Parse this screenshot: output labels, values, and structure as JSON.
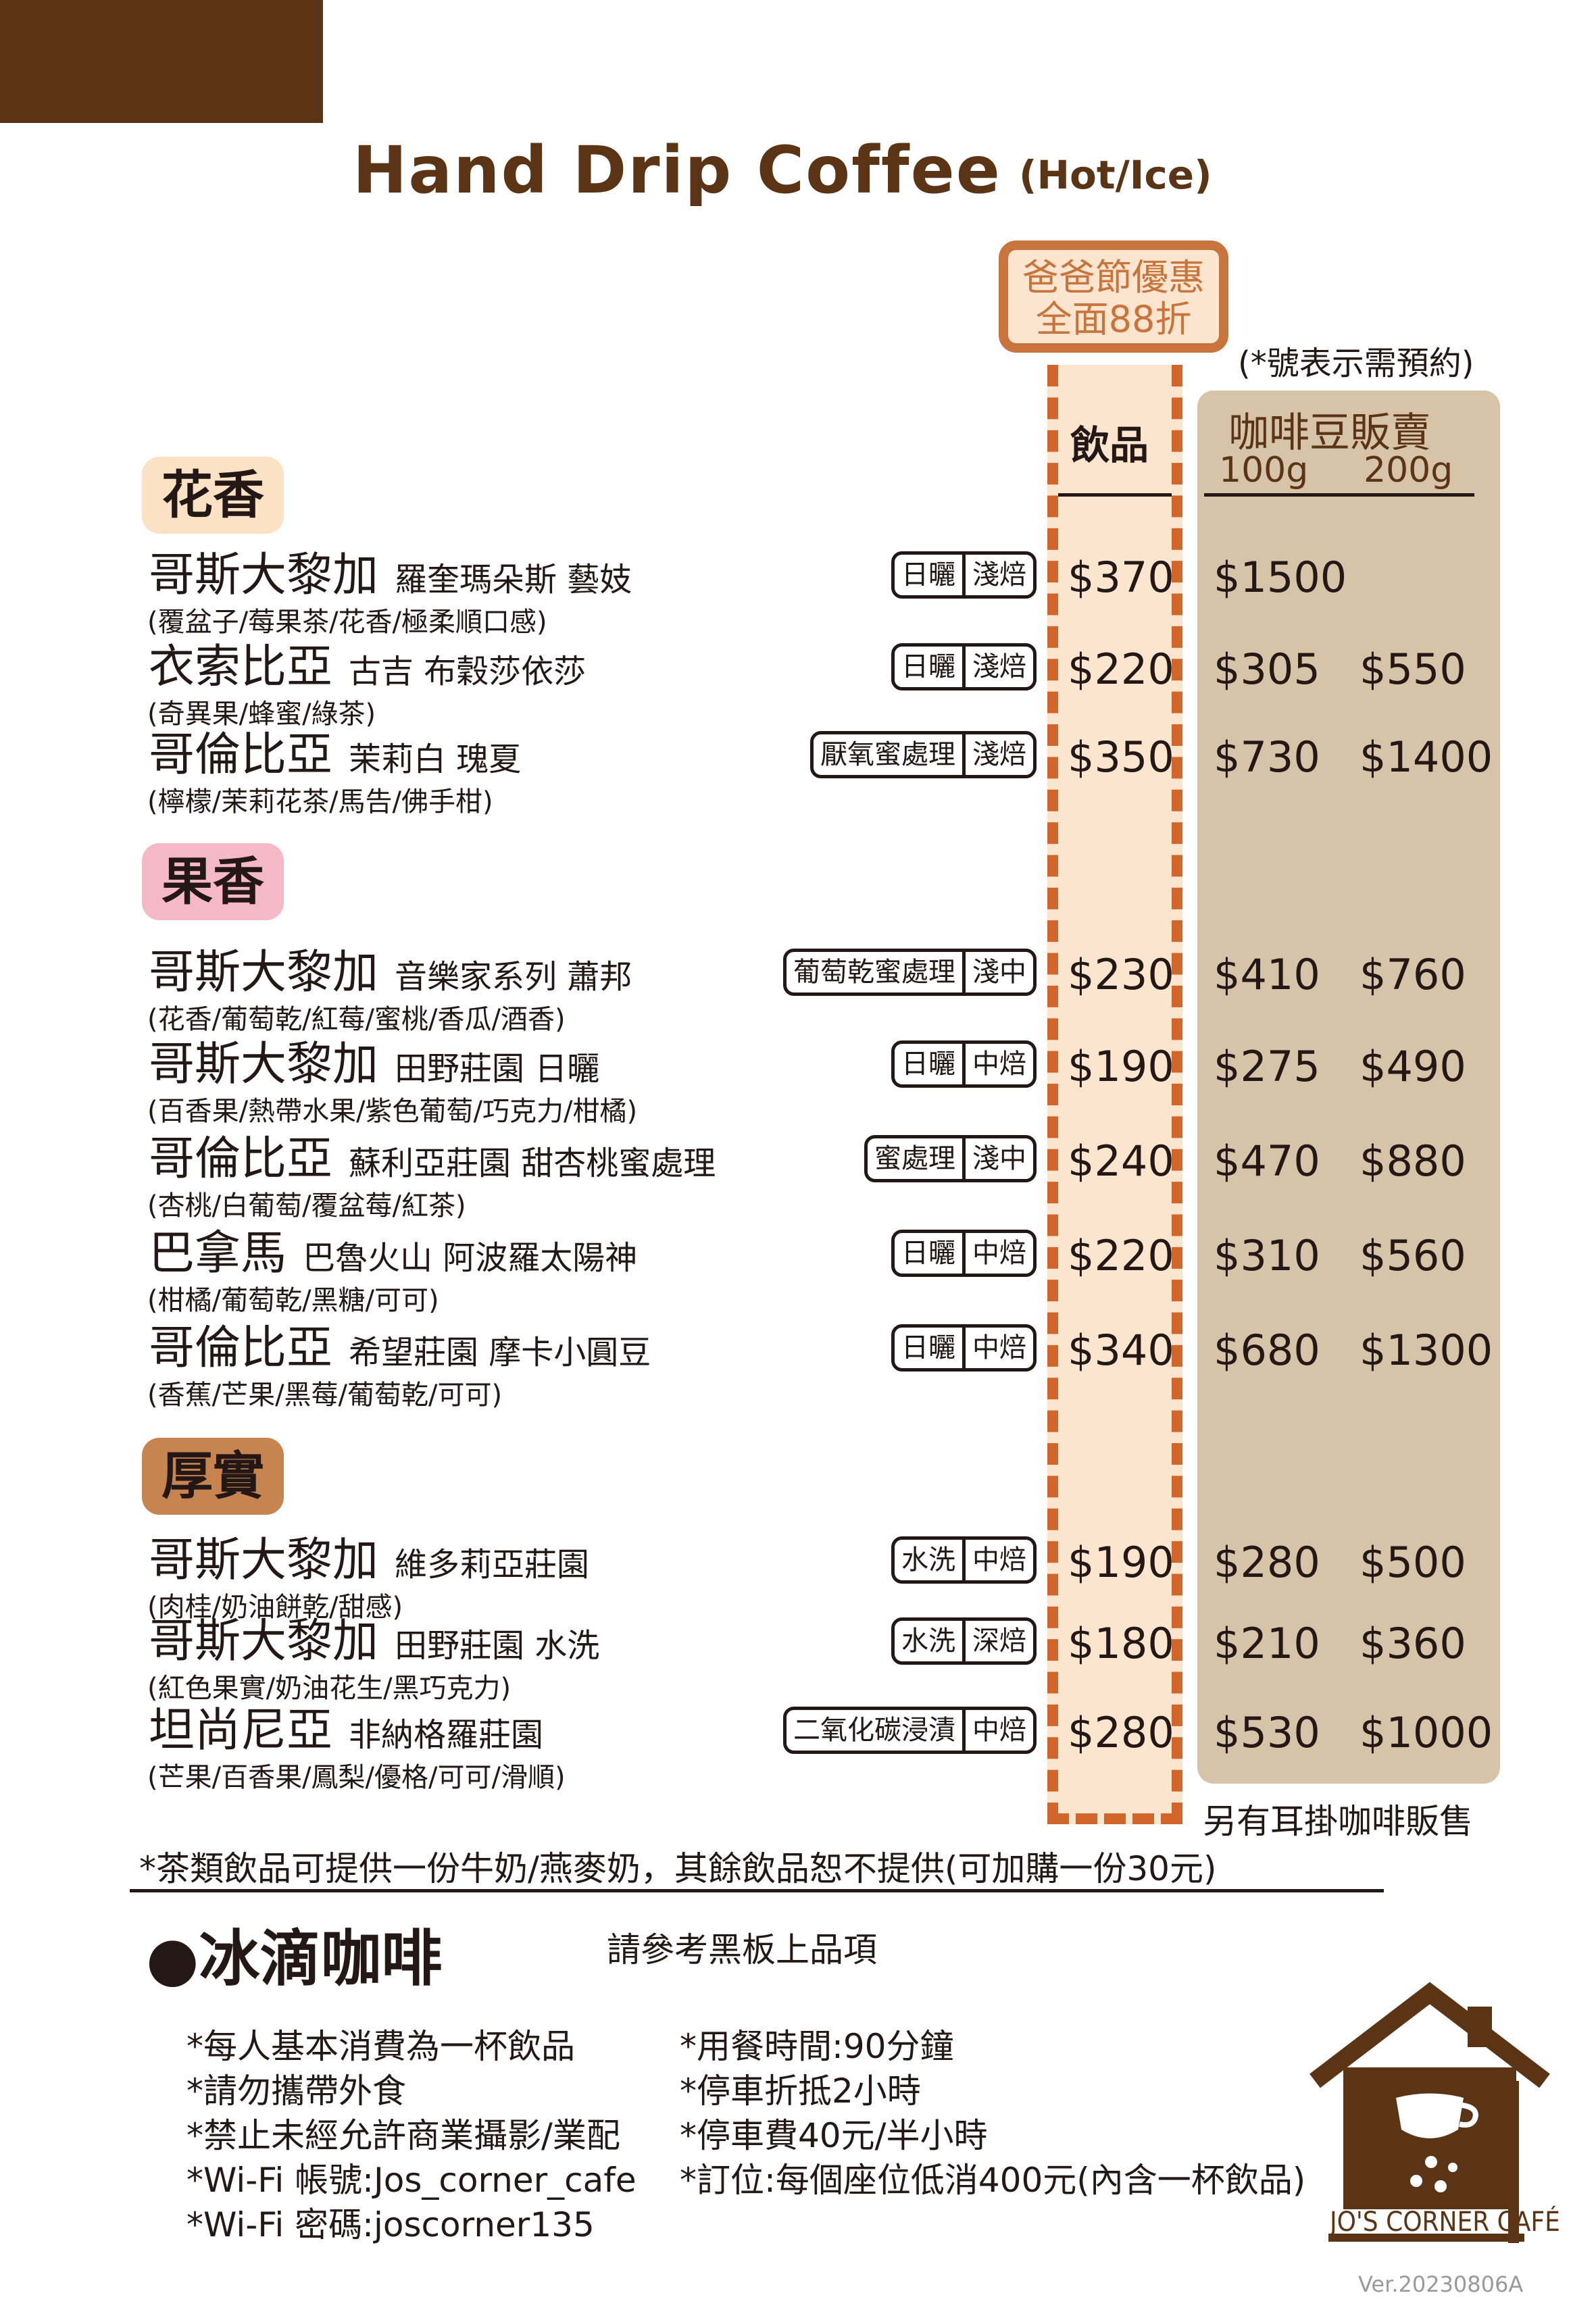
{
  "title": "Hand Drip Coffee",
  "subtitle": "(Hot/Ice)",
  "promo": {
    "line1": "爸爸節優惠",
    "line2": "全面88折"
  },
  "reserve_note": "(*號表示需預約)",
  "columns": {
    "drink": "飲品",
    "beans": "咖啡豆販賣",
    "g100": "100g",
    "g200": "200g"
  },
  "colors": {
    "brand_brown": "#5a3415",
    "promo_orange": "#c8743c",
    "drink_col": "#fbe5cf",
    "bean_col": "#d7c3a8",
    "floral": "#fbe2c4",
    "fruity": "#f5b9c6",
    "rich": "#c8844e"
  },
  "categories": [
    {
      "label": "花香",
      "items": [
        {
          "origin": "哥斯大黎加",
          "farm": "羅奎瑪朵斯 藝妓",
          "notes": "(覆盆子/莓果茶/花香/極柔順口感)",
          "tags": [
            "日曬",
            "淺焙"
          ],
          "drink": "$370",
          "p100": "$1500",
          "p200": ""
        },
        {
          "origin": "衣索比亞",
          "farm": "古吉 布穀莎依莎",
          "notes": "(奇異果/蜂蜜/綠茶)",
          "tags": [
            "日曬",
            "淺焙"
          ],
          "drink": "$220",
          "p100": "$305",
          "p200": "$550"
        },
        {
          "origin": "哥倫比亞",
          "farm": "茉莉白 瑰夏",
          "notes": "(檸檬/茉莉花茶/馬告/佛手柑)",
          "tags": [
            "厭氧蜜處理",
            "淺焙"
          ],
          "drink": "$350",
          "p100": "$730",
          "p200": "$1400"
        }
      ]
    },
    {
      "label": "果香",
      "items": [
        {
          "origin": "哥斯大黎加",
          "farm": "音樂家系列 蕭邦",
          "notes": "(花香/葡萄乾/紅莓/蜜桃/香瓜/酒香)",
          "tags": [
            "葡萄乾蜜處理",
            "淺中"
          ],
          "drink": "$230",
          "p100": "$410",
          "p200": "$760"
        },
        {
          "origin": "哥斯大黎加",
          "farm": "田野莊園 日曬",
          "notes": "(百香果/熱帶水果/紫色葡萄/巧克力/柑橘)",
          "tags": [
            "日曬",
            "中焙"
          ],
          "drink": "$190",
          "p100": "$275",
          "p200": "$490"
        },
        {
          "origin": "哥倫比亞",
          "farm": "蘇利亞莊園 甜杏桃蜜處理",
          "notes": "(杏桃/白葡萄/覆盆莓/紅茶)",
          "tags": [
            "蜜處理",
            "淺中"
          ],
          "drink": "$240",
          "p100": "$470",
          "p200": "$880"
        },
        {
          "origin": "巴拿馬",
          "farm": "巴魯火山 阿波羅太陽神",
          "notes": "(柑橘/葡萄乾/黑糖/可可)",
          "tags": [
            "日曬",
            "中焙"
          ],
          "drink": "$220",
          "p100": "$310",
          "p200": "$560"
        },
        {
          "origin": "哥倫比亞",
          "farm": "希望莊園 摩卡小圓豆",
          "notes": "(香蕉/芒果/黑莓/葡萄乾/可可)",
          "tags": [
            "日曬",
            "中焙"
          ],
          "drink": "$340",
          "p100": "$680",
          "p200": "$1300"
        }
      ]
    },
    {
      "label": "厚實",
      "items": [
        {
          "origin": "哥斯大黎加",
          "farm": "維多莉亞莊園",
          "notes": "(肉桂/奶油餅乾/甜感)",
          "tags": [
            "水洗",
            "中焙"
          ],
          "drink": "$190",
          "p100": "$280",
          "p200": "$500"
        },
        {
          "origin": "哥斯大黎加",
          "farm": "田野莊園  水洗",
          "notes": "(紅色果實/奶油花生/黑巧克力)",
          "tags": [
            "水洗",
            "深焙"
          ],
          "drink": "$180",
          "p100": "$210",
          "p200": "$360"
        },
        {
          "origin": "坦尚尼亞",
          "farm": "非納格羅莊園",
          "notes": "(芒果/百香果/鳳梨/優格/可可/滑順)",
          "tags": [
            "二氧化碳浸漬",
            "中焙"
          ],
          "drink": "$280",
          "p100": "$530",
          "p200": "$1000"
        }
      ]
    }
  ],
  "ear_hook_note": "另有耳掛咖啡販售",
  "tea_note": "*茶類飲品可提供一份牛奶/燕麥奶，其餘飲品恕不提供(可加購一份30元)",
  "cold_brew": {
    "bullet": "●",
    "title": "冰滴咖啡",
    "note": "請參考黑板上品項"
  },
  "rules_left": [
    "*每人基本消費為一杯飲品",
    "*請勿攜帶外食",
    "*禁止未經允許商業攝影/業配",
    "*Wi-Fi 帳號:Jos_corner_cafe",
    "*Wi-Fi 密碼:joscorner135"
  ],
  "rules_right": [
    "*用餐時間:90分鐘",
    "*停車折抵2小時",
    "*停車費40元/半小時",
    "*訂位:每個座位低消400元(內含一杯飲品)"
  ],
  "brand": "JO'S CORNER CAFÉ",
  "version": "Ver.20230806A"
}
